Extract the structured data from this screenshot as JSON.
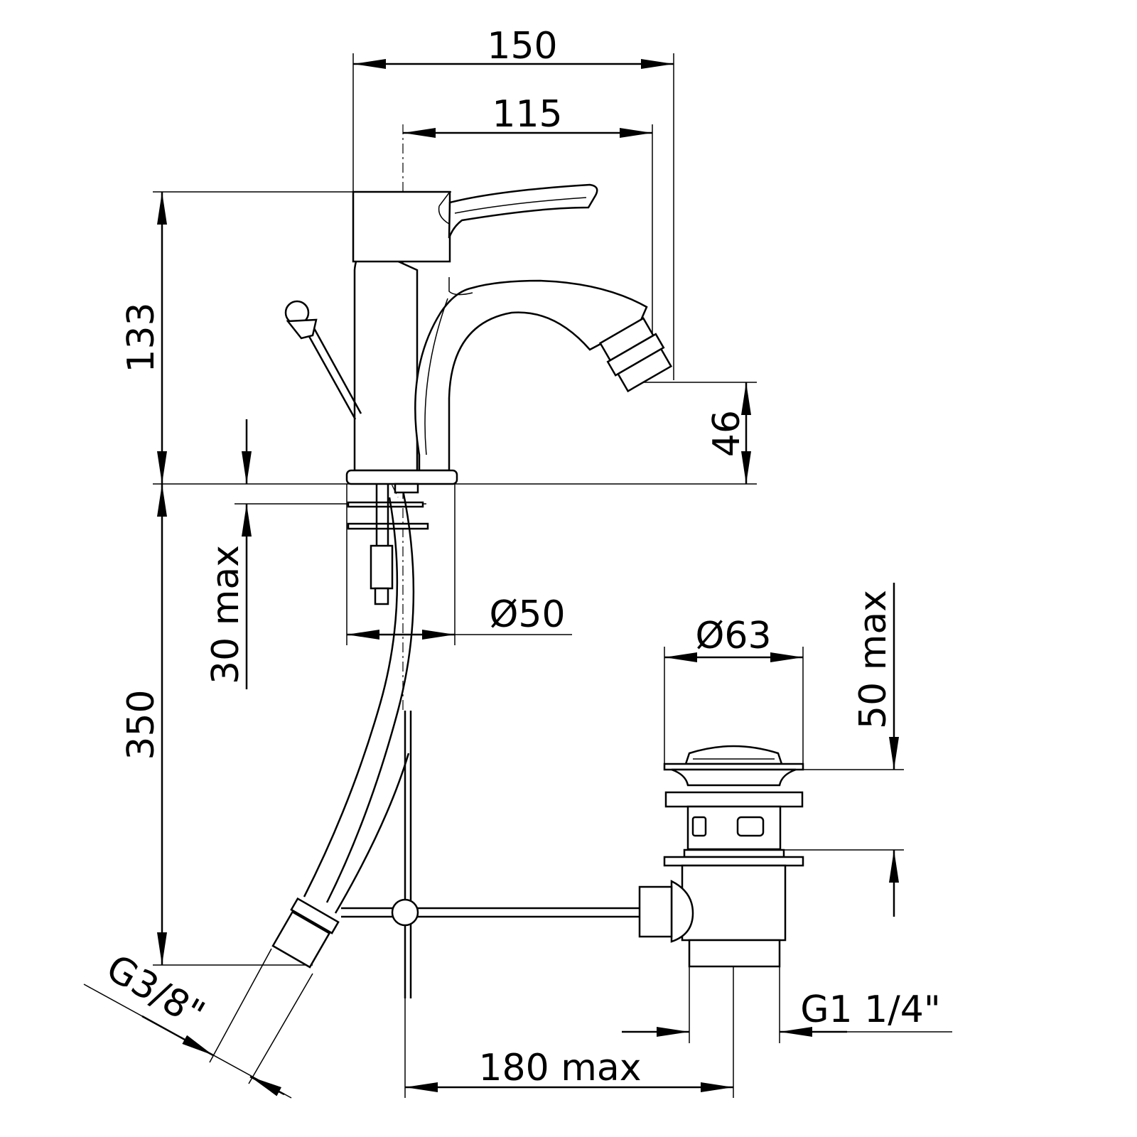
{
  "title": "Bidet mixer technical drawing",
  "dimensions": {
    "overall_width": "150",
    "spout_reach": "115",
    "body_height": "133",
    "spout_outlet_height": "46",
    "deck_thickness": "30 max",
    "base_diameter": "Ø50",
    "hose_length": "350",
    "hose_connection": "G3/8\"",
    "waste_diameter": "Ø63",
    "waste_thickness": "50 max",
    "waste_thread": "G1 1/4\"",
    "rod_length": "180 max"
  }
}
